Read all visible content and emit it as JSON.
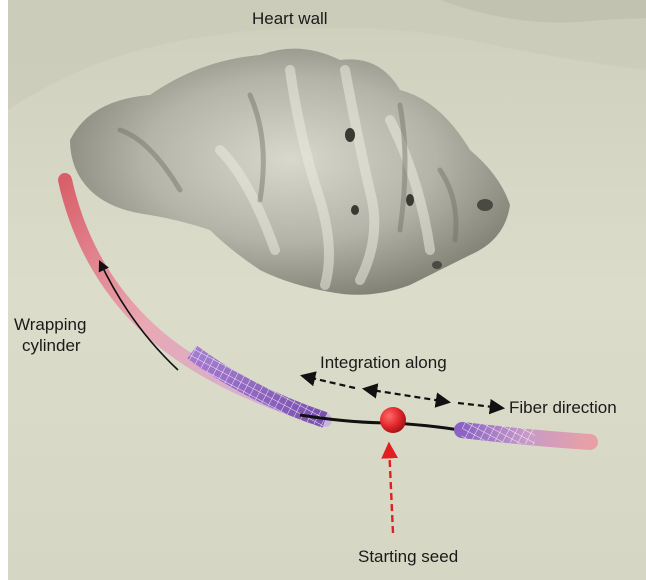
{
  "labels": {
    "heart_wall": "Heart wall",
    "wrapping_line1": "Wrapping",
    "wrapping_line2": "cylinder",
    "integration_along": "Integration along",
    "fiber_direction": "Fiber direction",
    "starting_seed": "Starting seed"
  },
  "colors": {
    "surface": "#d9d9c8",
    "cavity_shadow": "#8d8d82",
    "cylinder_pink": "#e48a8f",
    "cylinder_purple": "#8a5cb8",
    "seed_red": "#e0262b",
    "seed_arrow": "#e02020",
    "fiber_line": "#111111"
  },
  "icons": [
    "seed-dot-icon",
    "arrow-left-icon",
    "arrow-right-icon",
    "arrow-up-icon"
  ]
}
